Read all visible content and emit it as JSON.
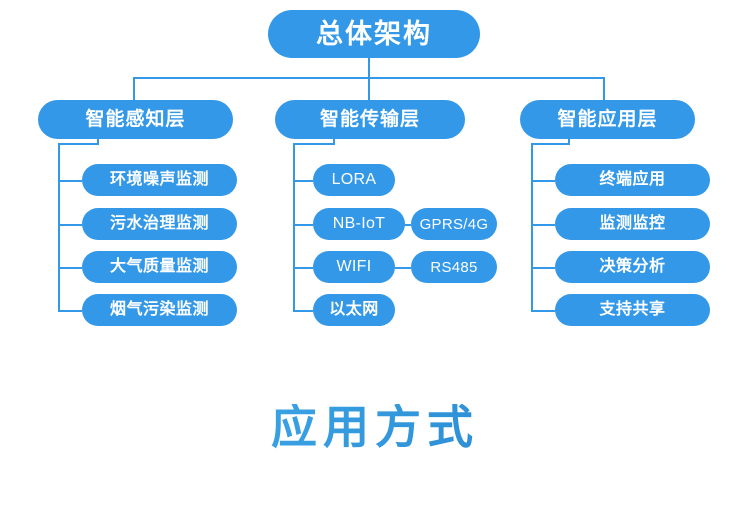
{
  "theme": {
    "box_blue": "#3398e8",
    "line_blue": "#3498e8",
    "text_white": "#ffffff",
    "title_gradient_from": "#49b3ea",
    "title_gradient_to": "#2179c4",
    "background": "#ffffff"
  },
  "diagram": {
    "root": {
      "label": "总体架构"
    },
    "layers": [
      {
        "label": "智能感知层",
        "items": [
          {
            "label": "环境噪声监测",
            "sub": null
          },
          {
            "label": "污水治理监测",
            "sub": null
          },
          {
            "label": "大气质量监测",
            "sub": null
          },
          {
            "label": "烟气污染监测",
            "sub": null
          }
        ]
      },
      {
        "label": "智能传输层",
        "items": [
          {
            "label": "LORA",
            "sub": null
          },
          {
            "label": "NB-IoT",
            "sub": "GPRS/4G"
          },
          {
            "label": "WIFI",
            "sub": "RS485"
          },
          {
            "label": "以太网",
            "sub": null
          }
        ]
      },
      {
        "label": "智能应用层",
        "items": [
          {
            "label": "终端应用",
            "sub": null
          },
          {
            "label": "监测监控",
            "sub": null
          },
          {
            "label": "决策分析",
            "sub": null
          },
          {
            "label": "支持共享",
            "sub": null
          }
        ]
      }
    ]
  },
  "bottom_heading": {
    "label": "应用方式"
  }
}
